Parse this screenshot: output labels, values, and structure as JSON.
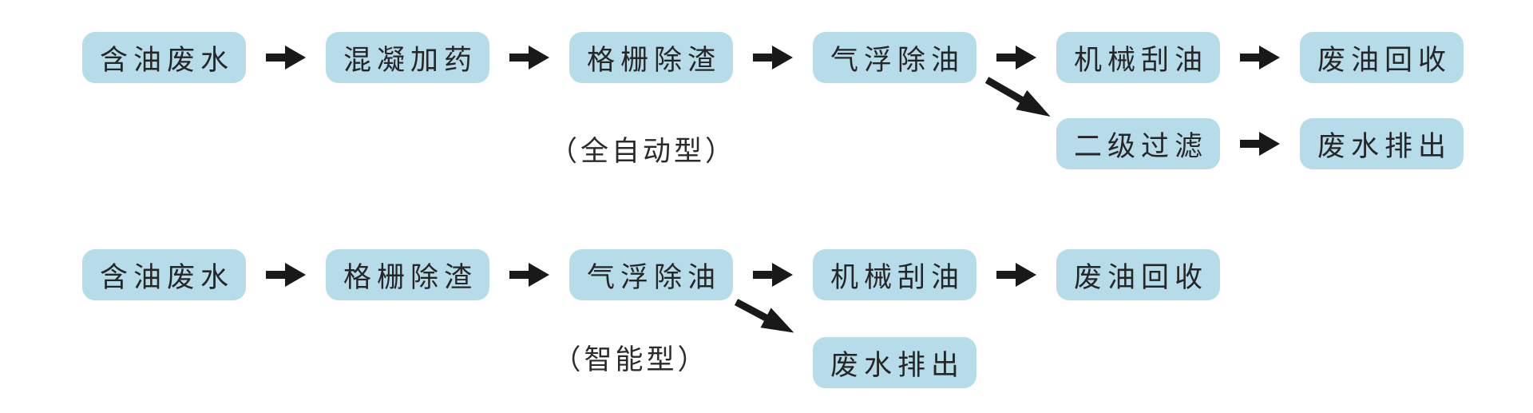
{
  "colors": {
    "background": "#ffffff",
    "node_fill": "#b7dce9",
    "node_text": "#262626",
    "arrow": "#191919"
  },
  "charts": {
    "automatic": {
      "type_label": "（全自动型）",
      "main_row": [
        "含油废水",
        "混凝加药",
        "格栅除渣",
        "气浮除油",
        "机械刮油",
        "废油回收"
      ],
      "branch_row": [
        "二级过滤",
        "废水排出"
      ],
      "branch_from_label": "气浮除油"
    },
    "intelligent": {
      "type_label": "（智能型）",
      "main_row": [
        "含油废水",
        "格栅除渣",
        "气浮除油",
        "机械刮油",
        "废油回收"
      ],
      "branch_row": [
        "废水排出"
      ],
      "branch_from_label": "气浮除油"
    }
  }
}
